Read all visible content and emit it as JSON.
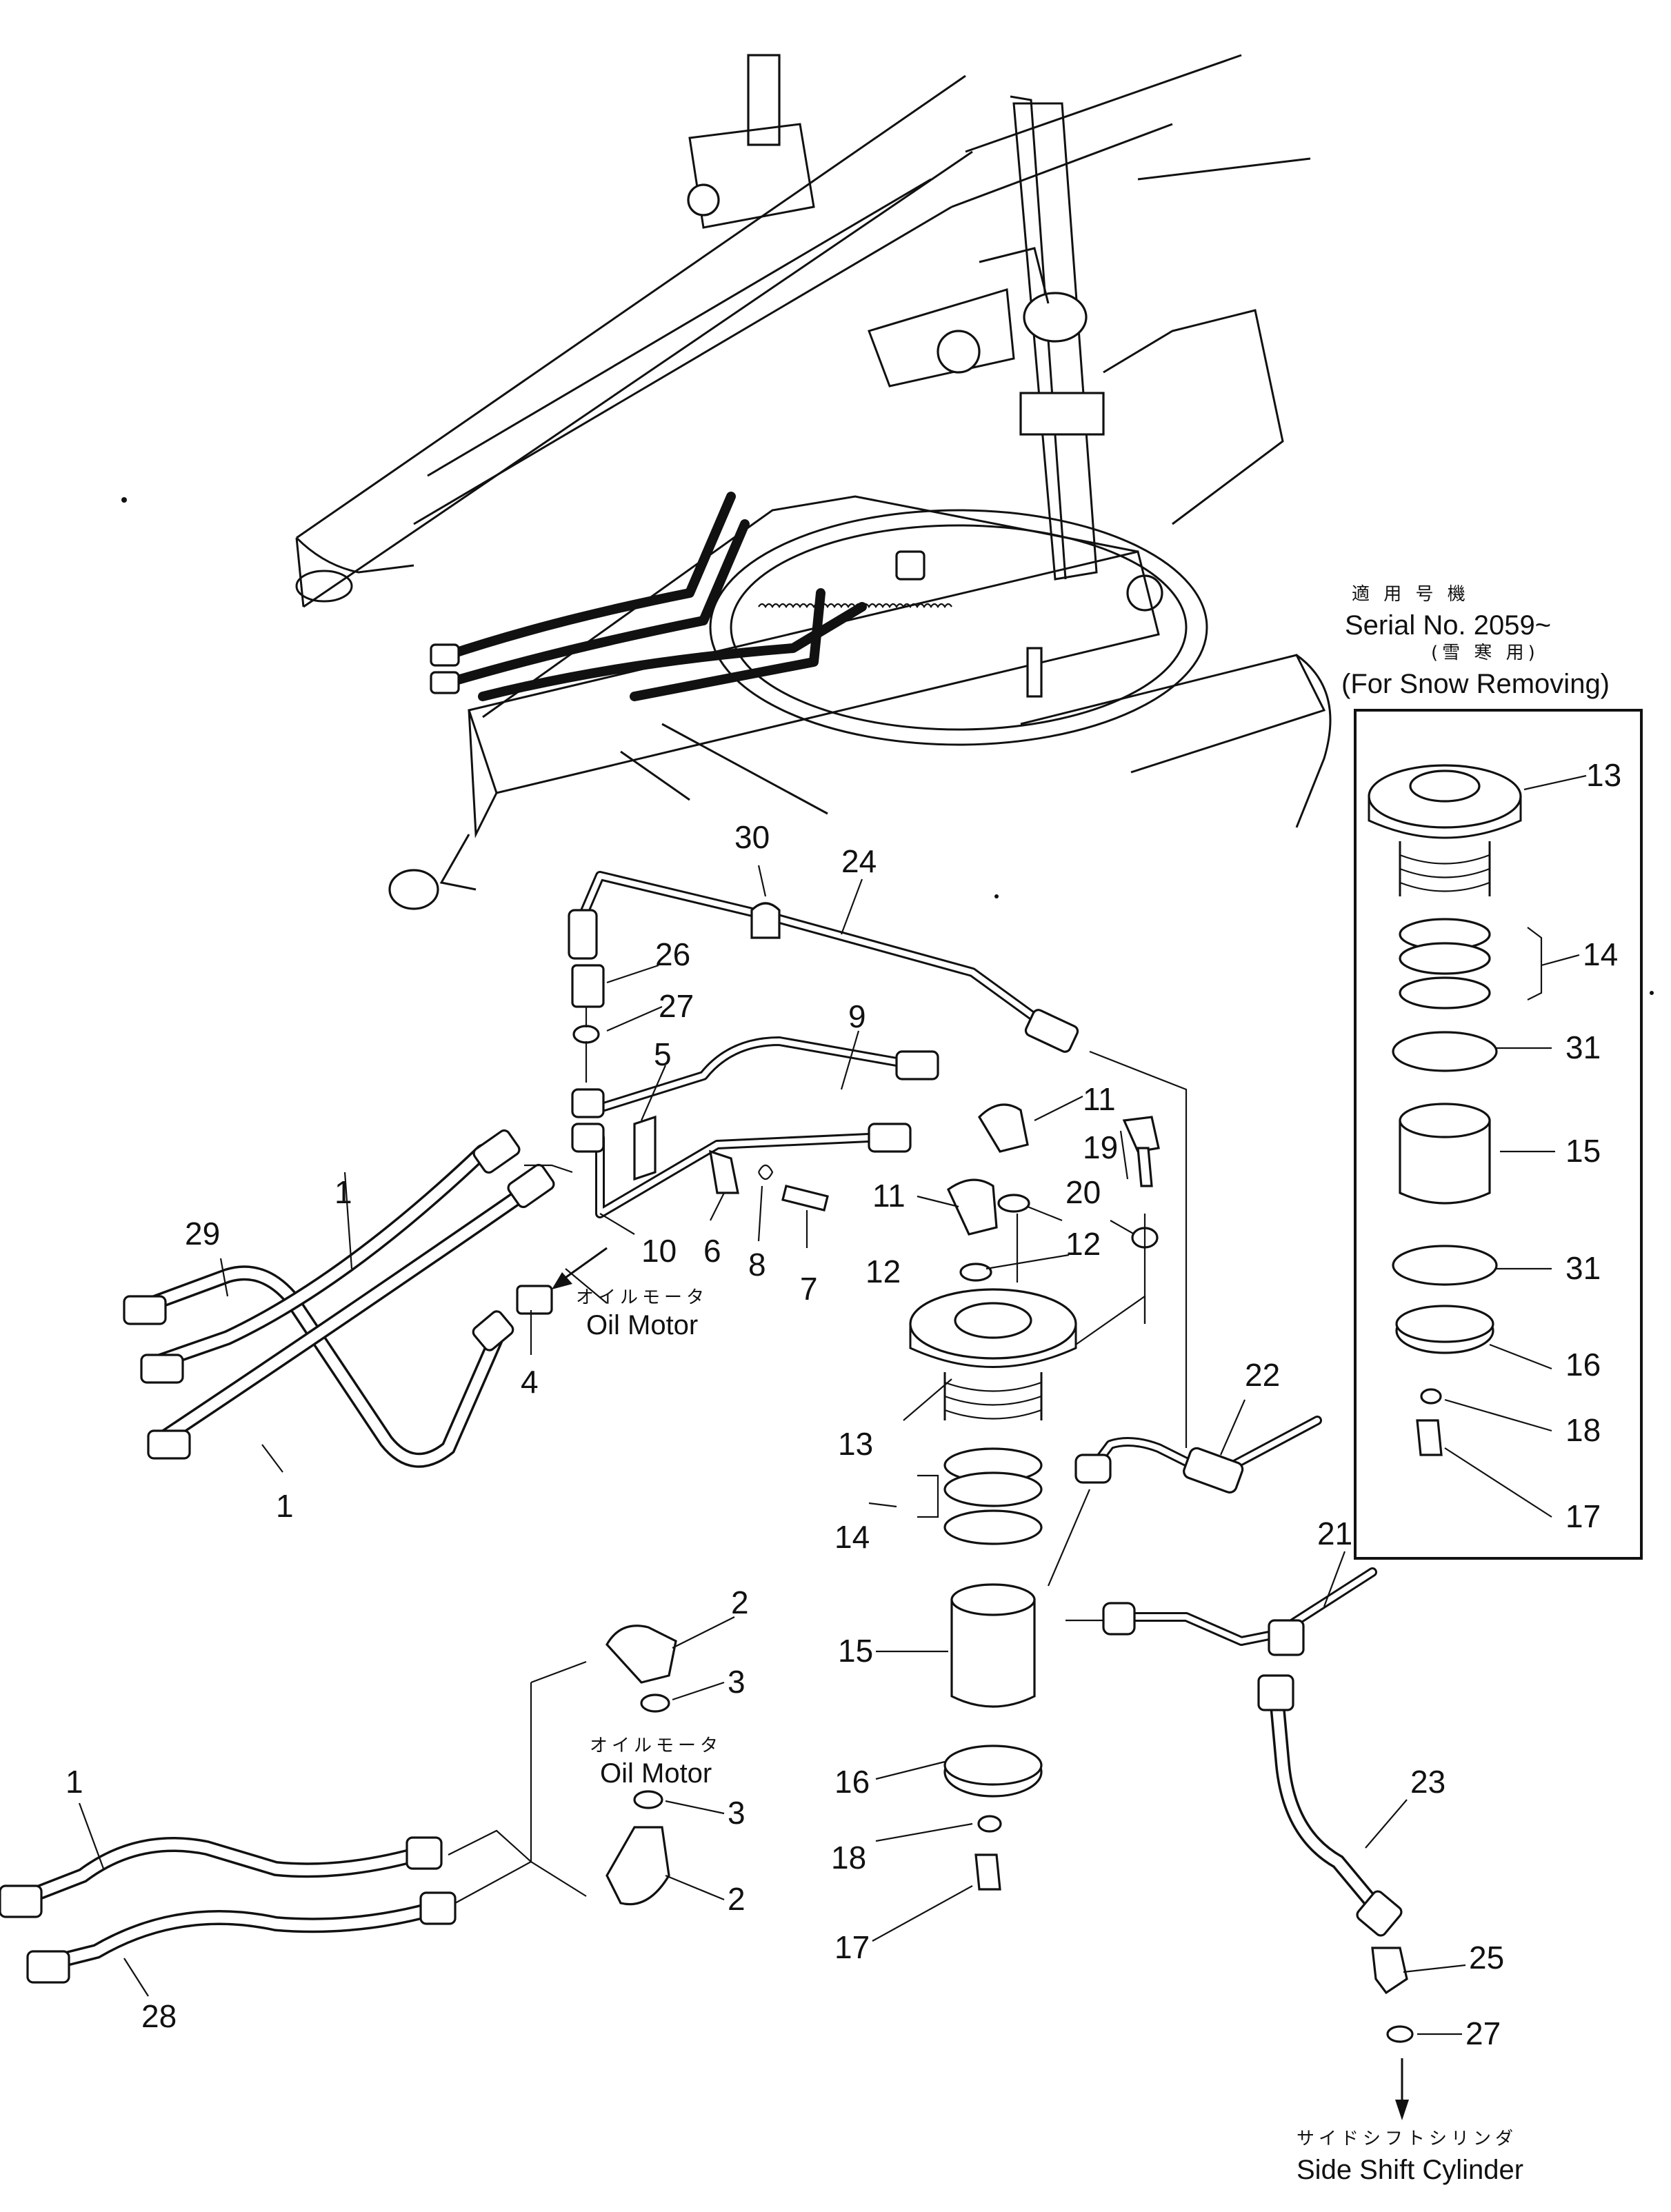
{
  "inset": {
    "title_jp": "適 用 号 機",
    "serial": "Serial No. 2059~",
    "use_jp": "(雪 寒 用)",
    "use_en": "(For Snow Removing)"
  },
  "notes": {
    "oil_motor_jp": "オイルモータ",
    "oil_motor_en": "Oil Motor",
    "side_shift_jp": "サイドシフトシリンダ",
    "side_shift_en": "Side Shift Cylinder"
  },
  "callouts": {
    "c30": "30",
    "c24": "24",
    "c26": "26",
    "c27a": "27",
    "c5": "5",
    "c9": "9",
    "c11a": "11",
    "c11b": "11",
    "c19": "19",
    "c20": "20",
    "c12a": "12",
    "c12b": "12",
    "c29": "29",
    "c1a": "1",
    "c10": "10",
    "c6": "6",
    "c8": "8",
    "c7": "7",
    "c4": "4",
    "c1b": "1",
    "c13": "13",
    "c14": "14",
    "c22": "22",
    "c21": "21",
    "c15": "15",
    "c16": "16",
    "c18": "18",
    "c17": "17",
    "c2a": "2",
    "c3a": "3",
    "c3b": "3",
    "c2b": "2",
    "c1c": "1",
    "c28": "28",
    "c23": "23",
    "c25": "25",
    "c27b": "27",
    "i13": "13",
    "i14": "14",
    "i31a": "31",
    "i15": "15",
    "i31b": "31",
    "i16": "16",
    "i18": "18",
    "i17": "17"
  }
}
